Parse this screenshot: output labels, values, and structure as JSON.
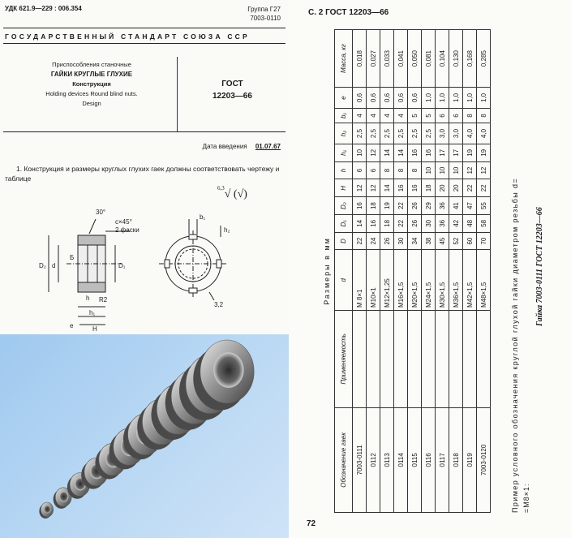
{
  "left_page": {
    "udk": "УДК 621.9—229 : 006.354",
    "group": "Группа Г27",
    "group_code": "7003-0110",
    "standard_header": "ГОСУДАРСТВЕННЫЙ СТАНДАРТ СОЮЗА ССР",
    "category": "Приспособления станочные",
    "title": "ГАЙКИ КРУГЛЫЕ ГЛУХИЕ",
    "subtitle": "Конструкция",
    "english_title_1": "Holding devices Round blind nuts.",
    "english_title_2": "Design",
    "gost_label": "ГОСТ",
    "gost_number": "12203—66",
    "date_label": "Дата введения",
    "date_value": "01.07.67",
    "paragraph": "1. Конструкция и размеры круглых глухих гаек должны соответствовать чертежу и таблице",
    "roughness_value": "6,3",
    "drawing_labels": {
      "angle": "30°",
      "chamfer": "c×45°",
      "chamfer_note": "2 фаски",
      "B": "Б",
      "D2": "D₂",
      "d": "d",
      "D1": "D₁",
      "h": "h",
      "R": "R2",
      "h1": "h₁",
      "H": "H",
      "b1": "b₁",
      "h2": "h₂",
      "small": "3,2",
      "e": "e"
    }
  },
  "render": {
    "nut_count": 12
  },
  "right_page": {
    "header": "С. 2 ГОСТ 12203—66",
    "page_number": "72",
    "dims_title": "Размеры в мм",
    "columns": [
      "Обозначение гаек",
      "Применяемость",
      "d",
      "D",
      "D₁",
      "D₂",
      "H",
      "h",
      "h₁",
      "h₂",
      "b₁",
      "e",
      "Масса, кг"
    ],
    "rows": [
      [
        "7003-0111",
        "",
        "M 8×1",
        "22",
        "14",
        "16",
        "12",
        "6",
        "10",
        "2,5",
        "4",
        "0,6",
        "0,018"
      ],
      [
        "0112",
        "",
        "M10×1",
        "24",
        "16",
        "18",
        "12",
        "6",
        "12",
        "2,5",
        "4",
        "0,6",
        "0,027"
      ],
      [
        "0113",
        "",
        "M12×1,25",
        "26",
        "18",
        "19",
        "14",
        "8",
        "14",
        "2,5",
        "4",
        "0,6",
        "0,033"
      ],
      [
        "0114",
        "",
        "M16×1,5",
        "30",
        "22",
        "22",
        "16",
        "8",
        "14",
        "2,5",
        "4",
        "0,6",
        "0,041"
      ],
      [
        "0115",
        "",
        "M20×1,5",
        "34",
        "26",
        "26",
        "16",
        "8",
        "16",
        "2,5",
        "5",
        "0,6",
        "0,050"
      ],
      [
        "0116",
        "",
        "M24×1,5",
        "38",
        "30",
        "29",
        "18",
        "10",
        "16",
        "2,5",
        "5",
        "1,0",
        "0,081"
      ],
      [
        "0117",
        "",
        "M30×1,5",
        "45",
        "36",
        "36",
        "20",
        "10",
        "17",
        "3,0",
        "6",
        "1,0",
        "0,104"
      ],
      [
        "0118",
        "",
        "M36×1,5",
        "52",
        "42",
        "41",
        "20",
        "10",
        "17",
        "3,0",
        "6",
        "1,0",
        "0,130"
      ],
      [
        "0119",
        "",
        "M42×1,5",
        "60",
        "48",
        "47",
        "22",
        "12",
        "19",
        "4,0",
        "8",
        "1,0",
        "0,168"
      ],
      [
        "7003-0120",
        "",
        "M48×1,5",
        "70",
        "58",
        "55",
        "22",
        "12",
        "19",
        "4,0",
        "8",
        "1,0",
        "0,285"
      ]
    ],
    "example_line_1": "Пример условного обозначения круглой глухой гайки диаметром резьбы d=",
    "example_line_2": "=M8×1:",
    "example_line_3": "Гайка 7003-0111 ГОСТ 12203—66"
  }
}
